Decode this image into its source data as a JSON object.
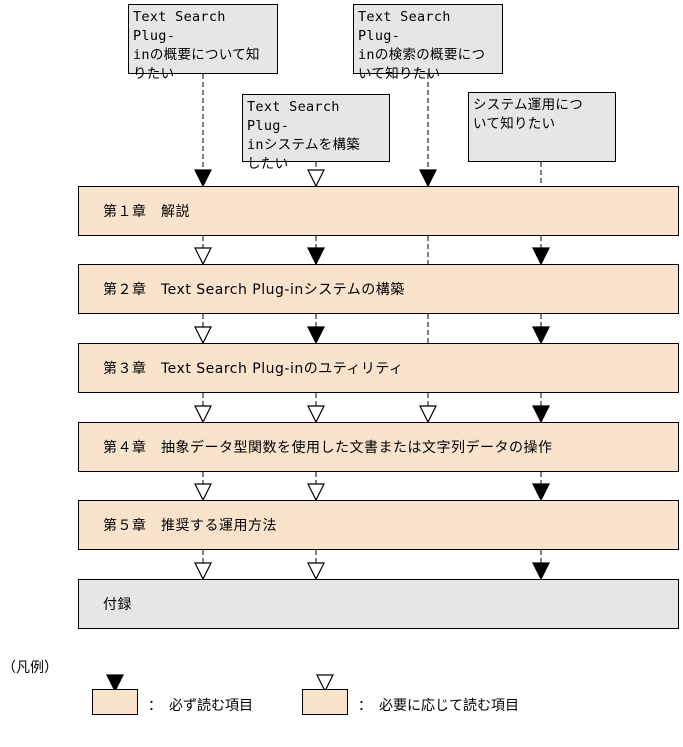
{
  "readers": [
    {
      "label": "Text Search Plug-\ninの概要について知\nりたい"
    },
    {
      "label": "Text Search Plug-\ninシステムを構築\nしたい"
    },
    {
      "label": "Text Search Plug-\ninの検索の概要につ\nいて知りたい"
    },
    {
      "label": "システム運用につ\nいて知りたい"
    }
  ],
  "chapters": [
    {
      "label": "第１章　解説",
      "style": "peach"
    },
    {
      "label": "第２章　Text Search Plug-inシステムの構築",
      "style": "peach"
    },
    {
      "label": "第３章　Text Search Plug-inのユティリティ",
      "style": "peach"
    },
    {
      "label": "第４章　抽象データ型関数を使用した文書または文字列データの操作",
      "style": "peach"
    },
    {
      "label": "第５章　推奨する運用方法",
      "style": "peach"
    },
    {
      "label": "付録",
      "style": "gray"
    }
  ],
  "paths": [
    [
      "required",
      "optional",
      "optional",
      "optional",
      "optional",
      "optional"
    ],
    [
      "optional",
      "required",
      "required",
      "optional",
      "optional",
      "optional"
    ],
    [
      "required",
      "none",
      "none",
      "optional",
      "none",
      "none"
    ],
    [
      "none",
      "required",
      "required",
      "required",
      "required",
      "required"
    ]
  ],
  "legend": {
    "title": "（凡例）",
    "required_label": "：　必ず読む項目",
    "optional_label": "：　必要に応じて読む項目"
  }
}
